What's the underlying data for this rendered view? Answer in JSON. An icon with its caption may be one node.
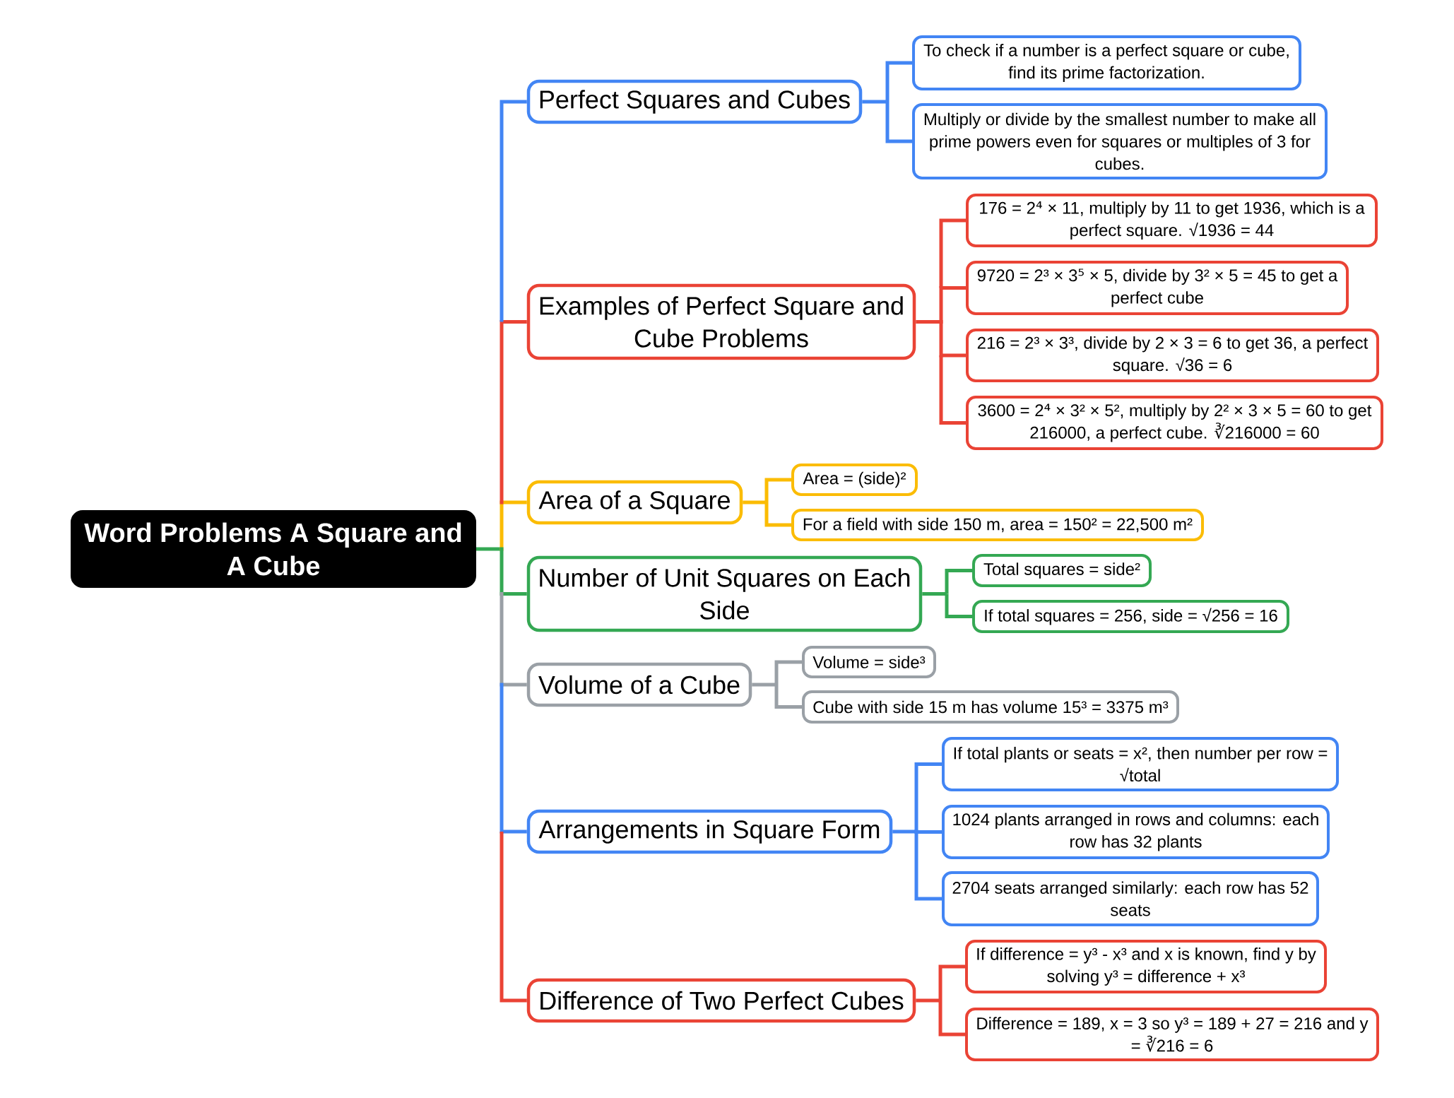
{
  "diagram": {
    "nodes": [
      {
        "text": [
          "Word Problems A Square and A Cube"
        ]
      },
      {
        "text": [
          "Perfect Squares and Cubes"
        ]
      },
      {
        "text": [
          "To check if a number is a perfect square or cube, find its prime factorization."
        ]
      },
      {
        "text": [
          "Multiply or divide by the smallest number to make all prime powers even for squares or multiples of 3 for cubes."
        ]
      },
      {
        "text": [
          "Examples of Perfect Square and Cube Problems"
        ]
      },
      {
        "text": [
          "176 = 2⁴ × 11, multiply by 11 to get 1936, which is a perfect square. √1936 = 44"
        ]
      },
      {
        "text": [
          "9720 = 2³ × 3⁵ × 5, divide by 3² × 5 = 45 to get a perfect cube"
        ]
      },
      {
        "text": [
          "216 = 2³ × 3³, divide by 2 × 3 = 6 to get 36, a perfect square. √36 = 6"
        ]
      },
      {
        "text": [
          "3600 = 2⁴ × 3² × 5², multiply by 2² × 3 × 5 = 60 to get 216000, a perfect cube. ∛216000 = 60"
        ]
      },
      {
        "text": [
          "Area of a Square"
        ]
      },
      {
        "text": [
          "Area = (side)²"
        ]
      },
      {
        "text": [
          "For a field with side 150 m, area = 150² = 22,500 m²"
        ]
      },
      {
        "text": [
          "Number of Unit Squares on Each Side"
        ]
      },
      {
        "text": [
          "Total squares = side²"
        ]
      },
      {
        "text": [
          "If total squares = 256, side = √256 = 16"
        ]
      },
      {
        "text": [
          "Volume of a Cube"
        ]
      },
      {
        "text": [
          "Volume = side³"
        ]
      },
      {
        "text": [
          "Cube with side 15 m has volume 15³ = 3375 m³"
        ]
      },
      {
        "text": [
          "Arrangements in Square Form"
        ]
      },
      {
        "text": [
          "If total plants or seats = x², then number per row = √total"
        ]
      },
      {
        "text": [
          "1024 plants arranged in rows and columns: each row has 32 plants"
        ]
      },
      {
        "text": [
          "2704 seats arranged similarly: each row has 52 seats"
        ]
      },
      {
        "text": [
          "Difference of Two Perfect Cubes"
        ]
      },
      {
        "text": [
          "If difference = y³ - x³ and x is known, find y by solving y³ = difference + x³"
        ]
      },
      {
        "text": [
          "Difference = 189, x = 3 so y³ = 189 + 27 = 216 and y = ∛216 = 6"
        ]
      }
    ],
    "edges": [
      {
        "from": 0,
        "to": 1,
        "arrow": "none",
        "color": "#4285f4"
      },
      {
        "from": 0,
        "to": 4,
        "arrow": "none"
      },
      {
        "from": 0,
        "to": 9,
        "arrow": "none",
        "color": "#fbbc04"
      },
      {
        "from": 0,
        "to": 12,
        "arrow": "none",
        "color": "#34a853"
      },
      {
        "from": 0,
        "to": 15,
        "arrow": "none",
        "color": "#9aa0a6"
      },
      {
        "from": 0,
        "to": 18,
        "arrow": "none",
        "color": "#4285f4"
      },
      {
        "from": 0,
        "to": 22,
        "arrow": "none"
      },
      {
        "from": 1,
        "to": 2,
        "arrow": "none",
        "color": "#4285f4"
      },
      {
        "from": 1,
        "to": 3,
        "arrow": "none",
        "color": "#4285f4"
      },
      {
        "from": 4,
        "to": 5,
        "arrow": "none"
      },
      {
        "from": 4,
        "to": 6,
        "arrow": "none"
      },
      {
        "from": 4,
        "to": 7,
        "arrow": "none"
      },
      {
        "from": 4,
        "to": 8,
        "arrow": "none"
      },
      {
        "from": 9,
        "to": 10,
        "arrow": "none",
        "color": "#fbbc04"
      },
      {
        "from": 9,
        "to": 11,
        "arrow": "none",
        "color": "#fbbc04"
      },
      {
        "from": 12,
        "to": 13,
        "arrow": "none",
        "color": "#34a853"
      },
      {
        "from": 12,
        "to": 14,
        "arrow": "none",
        "color": "#34a853"
      },
      {
        "from": 15,
        "to": 16,
        "arrow": "none",
        "color": "#9aa0a6"
      },
      {
        "from": 15,
        "to": 17,
        "arrow": "none",
        "color": "#9aa0a6"
      },
      {
        "from": 18,
        "to": 19,
        "arrow": "none",
        "color": "#4285f4"
      },
      {
        "from": 18,
        "to": 20,
        "arrow": "none",
        "color": "#4285f4"
      },
      {
        "from": 18,
        "to": 21,
        "arrow": "none",
        "color": "#4285f4"
      },
      {
        "from": 22,
        "to": 23,
        "arrow": "none"
      },
      {
        "from": 22,
        "to": 24,
        "arrow": "none"
      }
    ]
  }
}
